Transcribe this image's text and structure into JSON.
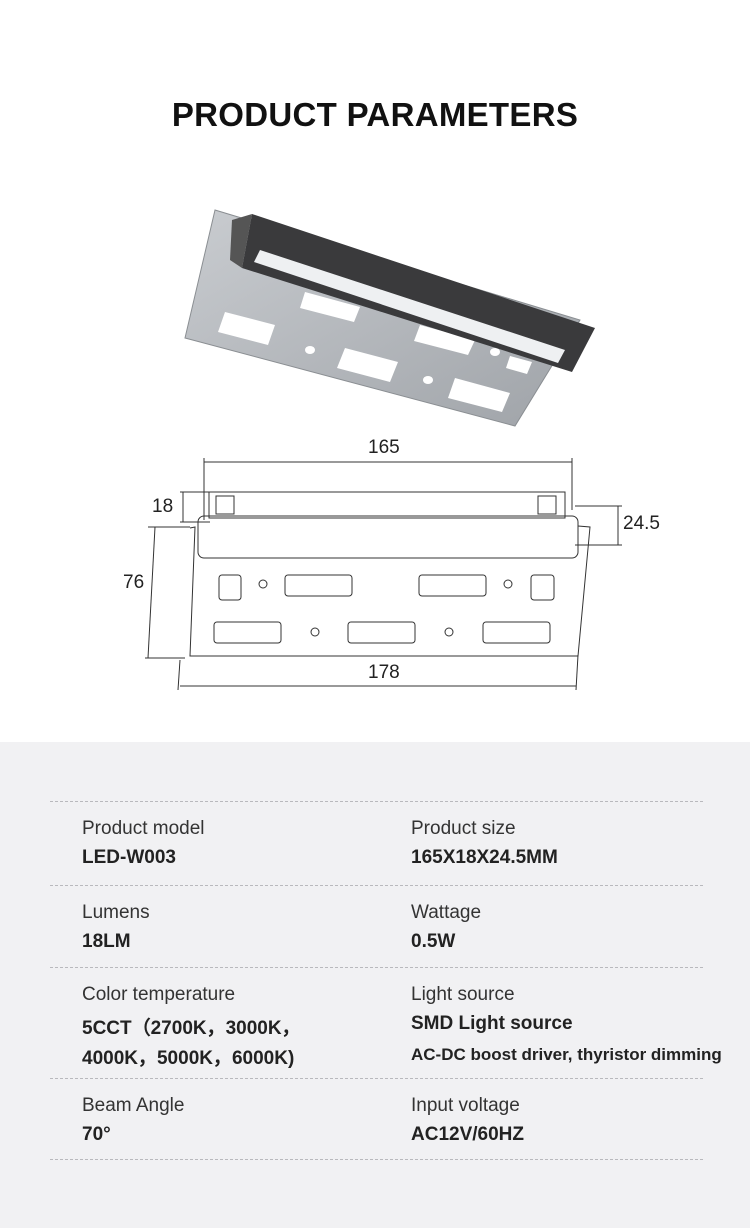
{
  "page_title": "PRODUCT PARAMETERS",
  "dimensions": {
    "length": "165",
    "height": "18",
    "depth": "24.5",
    "plate_height": "76",
    "plate_width": "178"
  },
  "colors": {
    "specs_background": "#f1f1f3",
    "bar_body": "#3a3a3c",
    "plate": "#b8bcc0"
  },
  "specs": [
    {
      "label": "Product model",
      "value": "LED-W003"
    },
    {
      "label": "Product size",
      "value": "165X18X24.5MM"
    },
    {
      "label": "Lumens",
      "value": "18LM"
    },
    {
      "label": "Wattage",
      "value": "0.5W"
    },
    {
      "label": "Color temperature",
      "value": "5CCT（2700K，3000K，",
      "value2": "4000K，5000K，6000K)"
    },
    {
      "label": "Light source",
      "value": "SMD Light source",
      "value2": "AC-DC boost driver, thyristor dimming"
    },
    {
      "label": "Beam Angle",
      "value": "70°"
    },
    {
      "label": "Input voltage",
      "value": "AC12V/60HZ"
    }
  ]
}
